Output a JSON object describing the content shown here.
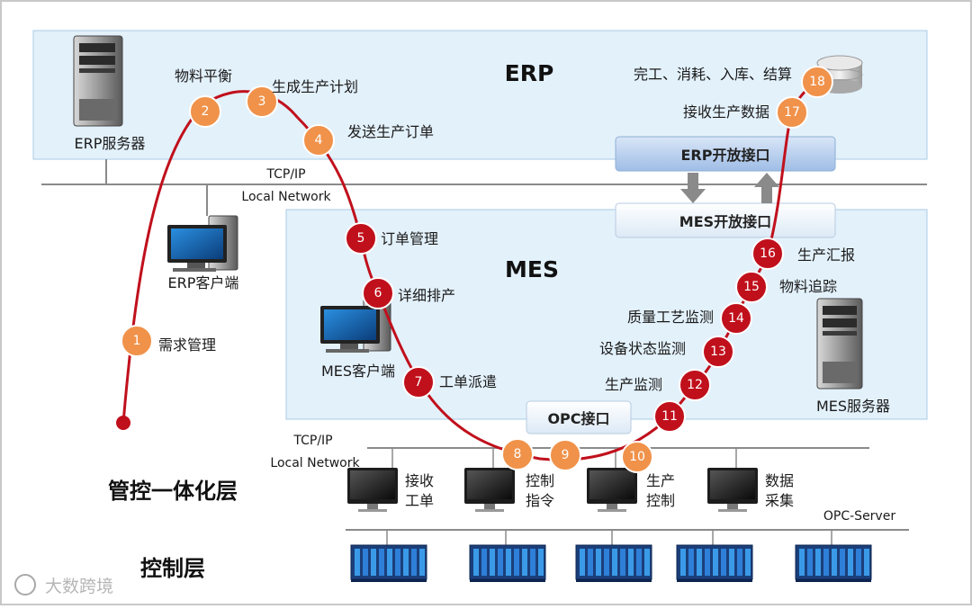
{
  "zones": {
    "erp": {
      "label": "ERP"
    },
    "mes": {
      "label": "MES"
    }
  },
  "layers": {
    "control_integration": "管控一体化层",
    "control": "控制层"
  },
  "network": {
    "top": {
      "line1": "TCP/IP",
      "line2": "Local Network"
    },
    "bottom": {
      "line1": "TCP/IP",
      "line2": "Local Network"
    }
  },
  "devices": {
    "erp_server": "ERP服务器",
    "erp_client": "ERP客户端",
    "mes_client": "MES客户端",
    "mes_server": "MES服务器",
    "opc_server": "OPC-Server"
  },
  "interfaces": {
    "erp_open": "ERP开放接口",
    "mes_open": "MES开放接口",
    "opc": "OPC接口"
  },
  "terminals": [
    {
      "line1": "接收",
      "line2": "工单"
    },
    {
      "line1": "控制",
      "line2": "指令"
    },
    {
      "line1": "生产",
      "line2": "控制"
    },
    {
      "line1": "数据",
      "line2": "采集"
    }
  ],
  "steps": [
    {
      "num": "1",
      "label": "需求管理",
      "color": "#f0924a"
    },
    {
      "num": "2",
      "label": "物料平衡",
      "color": "#f0924a"
    },
    {
      "num": "3",
      "label": "生成生产计划",
      "color": "#f0924a"
    },
    {
      "num": "4",
      "label": "发送生产订单",
      "color": "#f0924a"
    },
    {
      "num": "5",
      "label": "订单管理",
      "color": "#c0101c"
    },
    {
      "num": "6",
      "label": "详细排产",
      "color": "#c0101c"
    },
    {
      "num": "7",
      "label": "工单派遣",
      "color": "#c0101c"
    },
    {
      "num": "8",
      "label": "",
      "color": "#f0924a"
    },
    {
      "num": "9",
      "label": "",
      "color": "#f0924a"
    },
    {
      "num": "10",
      "label": "",
      "color": "#f0924a"
    },
    {
      "num": "11",
      "label": "",
      "color": "#c0101c"
    },
    {
      "num": "12",
      "label": "生产监测",
      "color": "#c0101c"
    },
    {
      "num": "13",
      "label": "设备状态监测",
      "color": "#c0101c"
    },
    {
      "num": "14",
      "label": "质量工艺监测",
      "color": "#c0101c"
    },
    {
      "num": "15",
      "label": "物料追踪",
      "color": "#c0101c"
    },
    {
      "num": "16",
      "label": "生产汇报",
      "color": "#c0101c"
    },
    {
      "num": "17",
      "label": "接收生产数据",
      "color": "#f0924a"
    },
    {
      "num": "18",
      "label": "完工、消耗、入库、结算",
      "color": "#f0924a"
    }
  ],
  "watermark": "大数跨境",
  "colors": {
    "flow_line": "#c0101c",
    "zone_fill": "#e3f1fb",
    "orange": "#f0924a",
    "red": "#c0101c"
  }
}
